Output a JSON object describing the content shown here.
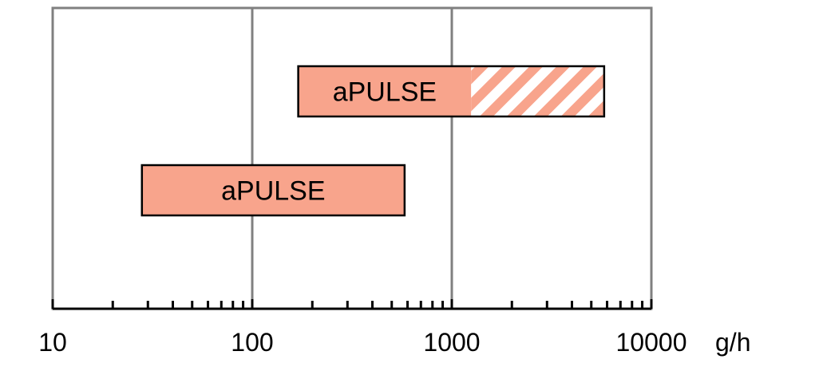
{
  "chart_data": {
    "type": "bar",
    "orientation": "horizontal",
    "x_scale": "log",
    "xlim": [
      10,
      10000
    ],
    "x_unit": "g/h",
    "x_ticks": [
      {
        "value": 10,
        "label": "10"
      },
      {
        "value": 100,
        "label": "100"
      },
      {
        "value": 1000,
        "label": "1000"
      },
      {
        "value": 10000,
        "label": "10000"
      }
    ],
    "grid": true,
    "bars": [
      {
        "label": "aPULSE",
        "start": 170,
        "end": 1250,
        "hatched_end": 5800,
        "solid_color": "#f8a48c",
        "hatch_color": "#f8a48c"
      },
      {
        "label": "aPULSE",
        "start": 28,
        "end": 580,
        "solid_color": "#f8a48c"
      }
    ],
    "colors": {
      "frame": "#808080",
      "axis": "#000000",
      "bar_border": "#000000"
    }
  }
}
